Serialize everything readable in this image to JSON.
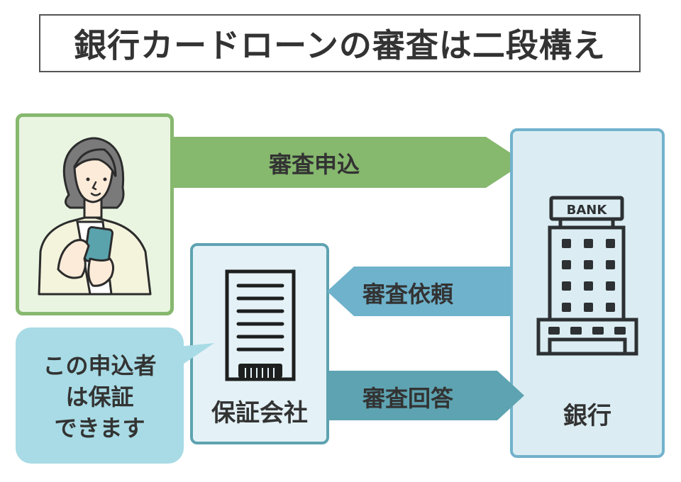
{
  "title": "銀行カードローンの審査は二段構え",
  "applicant": {
    "icon": "woman-with-smartphone-icon",
    "colors": {
      "border": "#86b86e",
      "background": "#e9f5e1"
    }
  },
  "arrows": {
    "apply": {
      "label": "審査申込",
      "direction": "right",
      "color": "#86b86e"
    },
    "request": {
      "label": "審査依頼",
      "direction": "left",
      "color": "#6fb2cb"
    },
    "answer": {
      "label": "審査回答",
      "direction": "right",
      "color": "#5ea3b1"
    }
  },
  "bank": {
    "label": "銀行",
    "sign_text": "BANK",
    "icon": "bank-building-icon",
    "colors": {
      "border": "#72b2cc",
      "background": "#dbedf3"
    }
  },
  "guarantor": {
    "label": "保証会社",
    "icon": "office-building-icon",
    "colors": {
      "border": "#5ea3b1",
      "background": "#e4f2f7"
    }
  },
  "speech_bubble": {
    "lines": [
      "この申込者",
      "は保証",
      "できます"
    ],
    "color": "#a8dbe5"
  }
}
